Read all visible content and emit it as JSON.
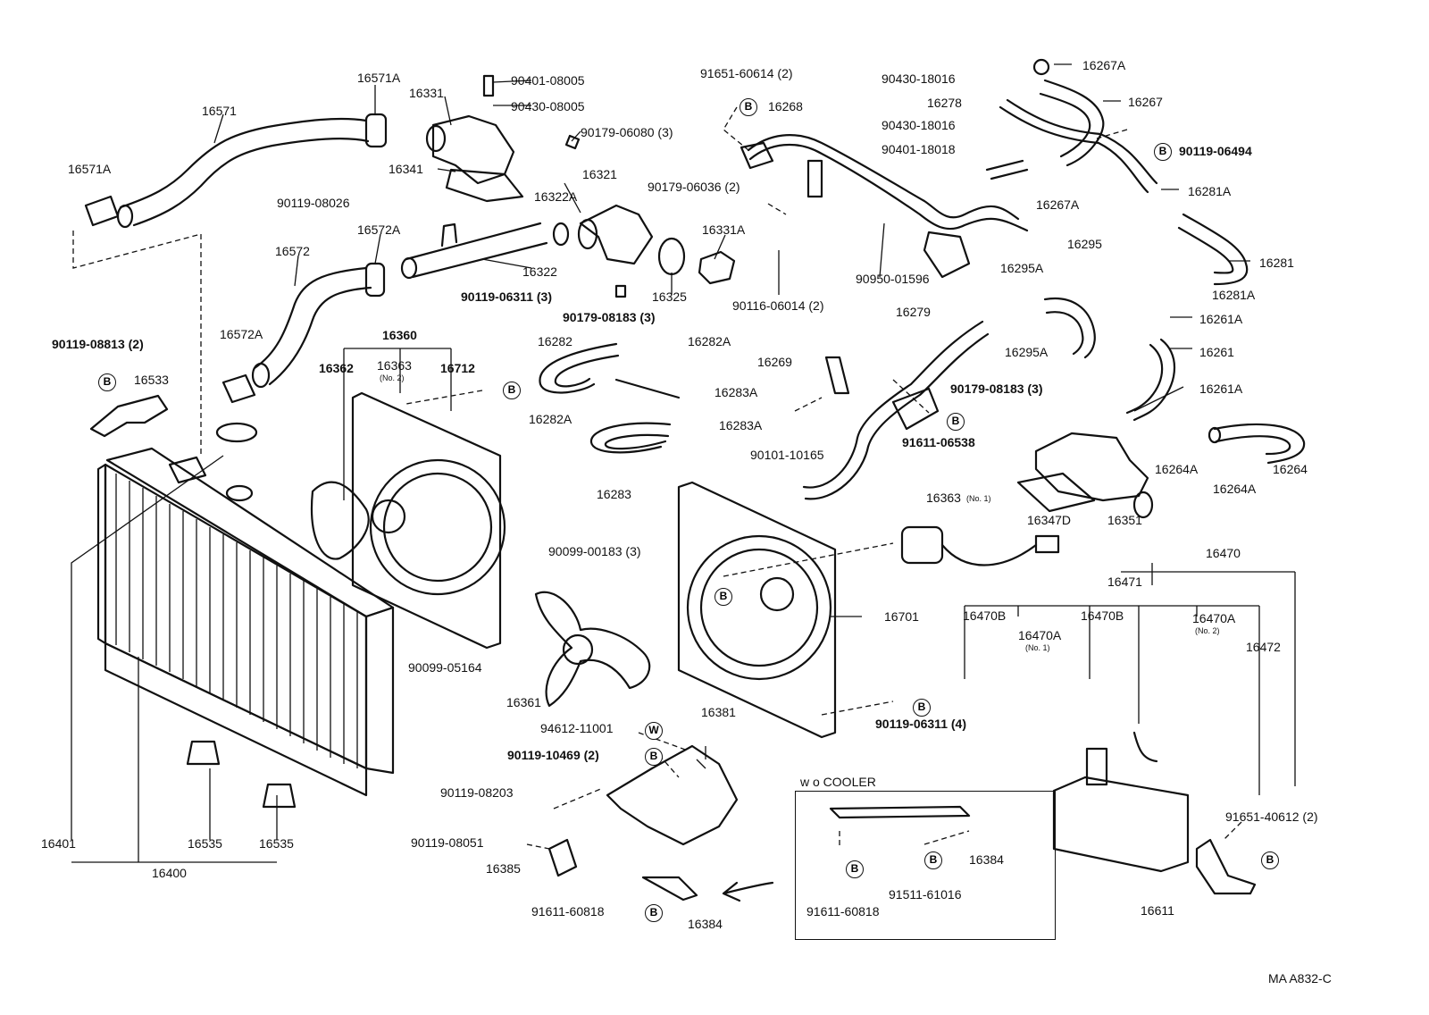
{
  "diagram_code": "MA A832-C",
  "box_title": "w o COOLER",
  "part_labels": [
    "16571A",
    "16571",
    "16571A",
    "16331",
    "90401-08005",
    "90430-08005",
    "90179-06080 (3)",
    "16341",
    "91651-60614 (2)",
    "16268",
    "90430-18016",
    "16278",
    "90430-18016",
    "90401-18018",
    "16267A",
    "16267",
    "90119-06494",
    "16267A",
    "16281A",
    "16281",
    "16281A",
    "90119-08026",
    "16572A",
    "16322A",
    "16321",
    "90179-06036 (2)",
    "16331A",
    "16322",
    "16572",
    "16325",
    "90119-06311 (3)",
    "90179-08183 (3)",
    "90116-06014 (2)",
    "90950-01596",
    "16295A",
    "16295",
    "16295A",
    "16279",
    "16261A",
    "16261",
    "16261A",
    "90119-08813 (2)",
    "16533",
    "16572A",
    "16360",
    "16362",
    "16363",
    "16712",
    "16282",
    "16282A",
    "16282A",
    "16283A",
    "16283A",
    "16283",
    "16269",
    "90101-10165",
    "91611-06538",
    "90179-08183 (3)",
    "16264A",
    "16264A",
    "16264",
    "16347D",
    "16351",
    "16363",
    "90099-00183 (3)",
    "16701",
    "16470",
    "16471",
    "16470B",
    "16470B",
    "16470A",
    "16470A",
    "16472",
    "90099-05164",
    "16361",
    "94612-11001",
    "16381",
    "90119-10469 (2)",
    "90119-06311 (4)",
    "90119-08203",
    "90119-08051",
    "16385",
    "91611-60818",
    "16384",
    "91611-60818",
    "91511-61016",
    "16384",
    "91651-40612 (2)",
    "16611",
    "16401",
    "16535",
    "16535",
    "16400"
  ],
  "sub_labels": [
    "(No. 2)",
    "(No. 1)",
    "(No. 1)",
    "(No. 2)"
  ],
  "marks": [
    "B",
    "B",
    "B",
    "B",
    "B",
    "B",
    "B",
    "B",
    "W",
    "B",
    "B",
    "B",
    "B",
    "B"
  ]
}
